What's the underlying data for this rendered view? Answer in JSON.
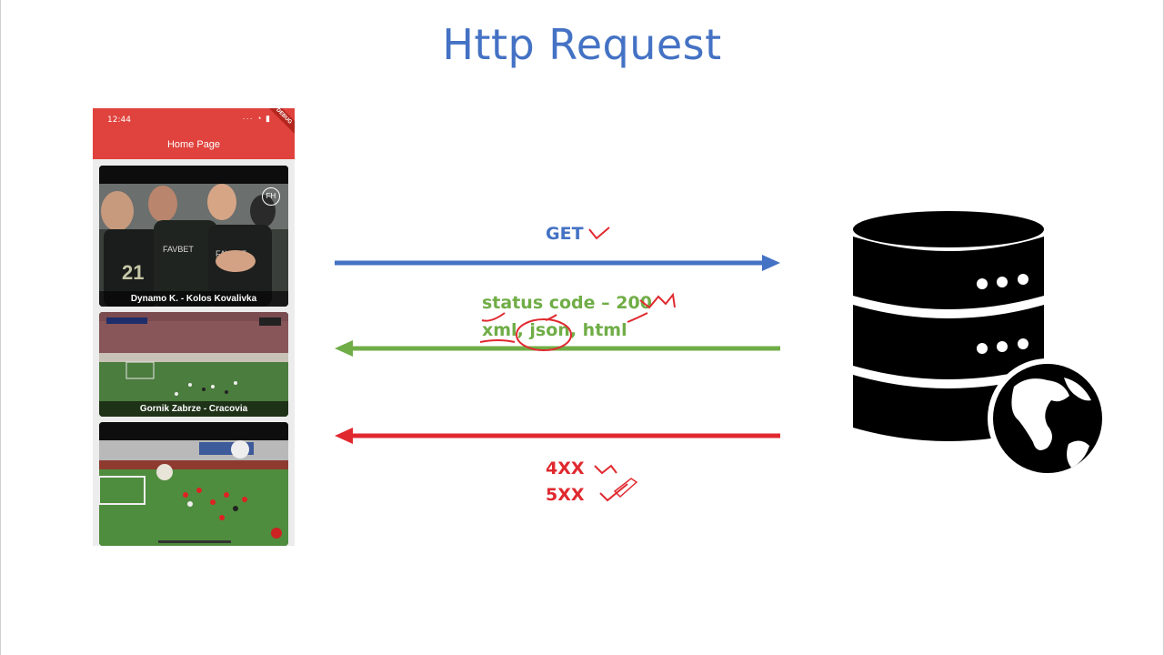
{
  "slide": {
    "title": "Http Request"
  },
  "phone": {
    "status_time": "12:44",
    "debug_label": "DEBUG",
    "appbar_title": "Home Page",
    "cards": [
      {
        "label": "Dynamo K. - Kolos Kovalivka",
        "badge": "FH"
      },
      {
        "label": "Gornik Zabrze - Cracovia"
      },
      {
        "label": ""
      }
    ]
  },
  "request": {
    "method": "GET",
    "color": "#4472c4"
  },
  "success_response": {
    "status": "status code – 200",
    "formats_xml": "xml,",
    "formats_json": "json,",
    "formats_html": "html",
    "color": "#70ad47"
  },
  "error_response": {
    "codes": [
      "4XX",
      "5XX"
    ],
    "color": "#e0292f"
  },
  "server": {
    "icon": "database-globe-icon"
  }
}
